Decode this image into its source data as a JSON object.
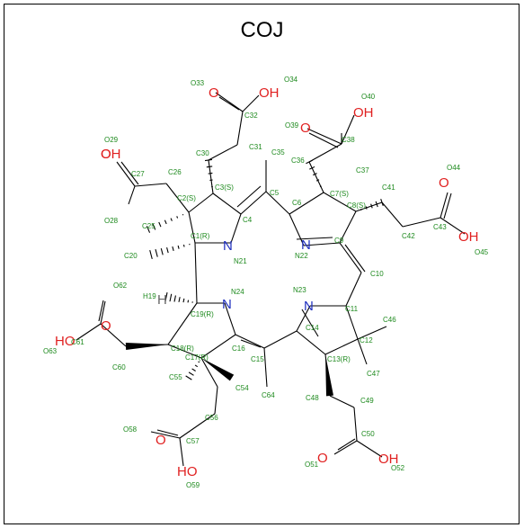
{
  "title": "COJ",
  "colors": {
    "oxygen": "#e02020",
    "nitrogen": "#2030c0",
    "hydrogen": "#666666",
    "atom_label": "#1e8a1e",
    "bond": "#000000"
  },
  "hetero": [
    "O",
    "OH",
    "O",
    "OH",
    "O",
    "OH",
    "O",
    "HO",
    "O",
    "HO",
    "O",
    "OH",
    "O",
    "OH",
    "N",
    "N",
    "N",
    "N",
    "H"
  ],
  "labels": [
    "O33",
    "O34",
    "C32",
    "O40",
    "O39",
    "C38",
    "O29",
    "C27",
    "C26",
    "C30",
    "C31",
    "C35",
    "C36",
    "C37",
    "C3(S)",
    "C7(S)",
    "C8(S)",
    "C2(S)",
    "C41",
    "O44",
    "O28",
    "C25",
    "C5",
    "C6",
    "C4",
    "C43",
    "O45",
    "C42",
    "C1(R)",
    "C20",
    "N21",
    "N22",
    "C9",
    "C10",
    "O62",
    "H19",
    "N24",
    "N23",
    "C11",
    "C19(R)",
    "C46",
    "C61",
    "O63",
    "C18(R)",
    "C16",
    "C14",
    "C12",
    "C60",
    "C17(R)",
    "C15",
    "C13(R)",
    "C47",
    "C55",
    "C54",
    "C64",
    "C48",
    "C49",
    "C56",
    "O58",
    "C57",
    "C50",
    "O59",
    "O51",
    "O52"
  ]
}
